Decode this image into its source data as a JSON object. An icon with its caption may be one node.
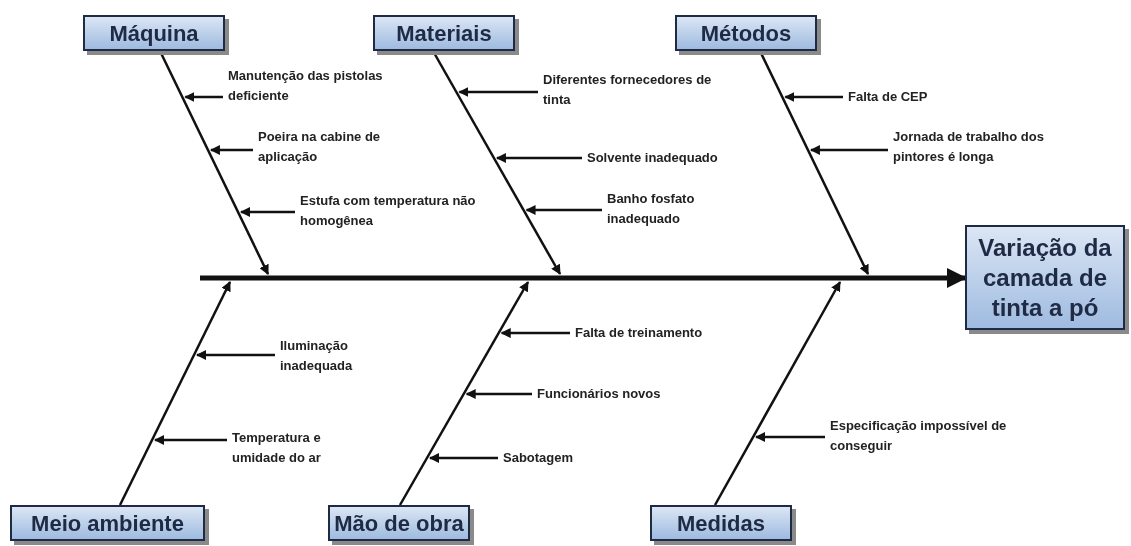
{
  "diagram": {
    "nodes": [
      {
        "text": [
          "Máquina"
        ]
      },
      {
        "text": [
          "Materiais"
        ]
      },
      {
        "text": [
          "Métodos"
        ]
      },
      {
        "text": [
          "Meio ambiente"
        ]
      },
      {
        "text": [
          "Mão de obra"
        ]
      },
      {
        "text": [
          "Medidas"
        ]
      },
      {
        "text": [
          "Variação da camada de tinta a pó"
        ]
      },
      {
        "text": [
          "Manutenção das pistolas deficiente"
        ]
      },
      {
        "text": [
          "Poeira na cabine de aplicação"
        ]
      },
      {
        "text": [
          "Estufa com temperatura não homogênea"
        ]
      },
      {
        "text": [
          "Diferentes fornecedores de tinta"
        ]
      },
      {
        "text": [
          "Solvente inadequado"
        ]
      },
      {
        "text": [
          "Banho fosfato inadequado"
        ]
      },
      {
        "text": [
          "Falta de CEP"
        ]
      },
      {
        "text": [
          "Jornada de trabalho dos pintores é longa"
        ]
      },
      {
        "text": [
          "Iluminação inadequada"
        ]
      },
      {
        "text": [
          "Temperatura e umidade do ar"
        ]
      },
      {
        "text": [
          "Falta de treinamento"
        ]
      },
      {
        "text": [
          "Funcionários novos"
        ]
      },
      {
        "text": [
          "Sabotagem"
        ]
      },
      {
        "text": [
          "Especificação impossível de conseguir"
        ]
      }
    ],
    "edges": [
      {
        "from": null,
        "to": 6,
        "arrow": "to",
        "style": "thick"
      },
      {
        "from": 0,
        "to": null,
        "arrow": "to"
      },
      {
        "from": 1,
        "to": null,
        "arrow": "to"
      },
      {
        "from": 2,
        "to": null,
        "arrow": "to"
      },
      {
        "from": 3,
        "to": null,
        "arrow": "to"
      },
      {
        "from": 4,
        "to": null,
        "arrow": "to"
      },
      {
        "from": 5,
        "to": null,
        "arrow": "to"
      },
      {
        "from": 7,
        "to": null,
        "arrow": "to"
      },
      {
        "from": 8,
        "to": null,
        "arrow": "to"
      },
      {
        "from": 9,
        "to": null,
        "arrow": "to"
      },
      {
        "from": 10,
        "to": null,
        "arrow": "to"
      },
      {
        "from": 11,
        "to": null,
        "arrow": "to"
      },
      {
        "from": 12,
        "to": null,
        "arrow": "to"
      },
      {
        "from": 13,
        "to": null,
        "arrow": "to"
      },
      {
        "from": 14,
        "to": null,
        "arrow": "to"
      },
      {
        "from": 15,
        "to": null,
        "arrow": "to"
      },
      {
        "from": 16,
        "to": null,
        "arrow": "to"
      },
      {
        "from": 17,
        "to": null,
        "arrow": "to"
      },
      {
        "from": 18,
        "to": null,
        "arrow": "to"
      },
      {
        "from": 19,
        "to": null,
        "arrow": "to"
      },
      {
        "from": 20,
        "to": null,
        "arrow": "to"
      }
    ]
  }
}
